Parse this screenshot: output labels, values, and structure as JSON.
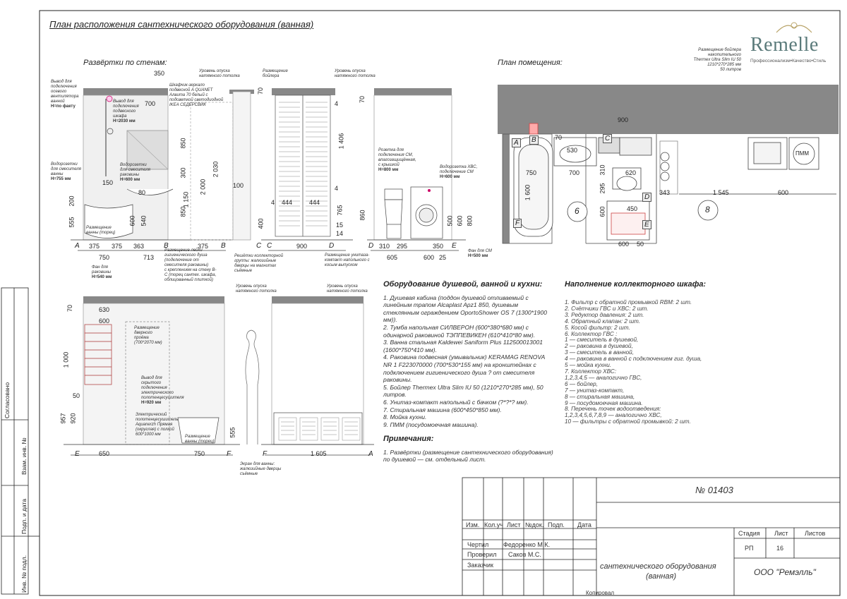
{
  "title": "План расположения сантехнического оборудования (ванная)",
  "logo": {
    "brand": "Remelle",
    "tagline": "Профессионализм•Качество•Стиль"
  },
  "sections": {
    "walls": "Развёртки по стенам:",
    "room": "План помещения:"
  },
  "boiler_note": [
    "Размещение бойлера",
    "накопительного",
    "Thermex Ultra Slim IU 50",
    "1210*270*285 мм",
    "50 литров"
  ],
  "equipment": {
    "title": "Оборудование душевой, ванной и кухни:",
    "items": [
      "1. Душевая кабина (поддон душевой отливаемый с линейным трапом Alcaplast Apz1 850, душевым стеклянным ограждением OportoShower OS 7 (1300*1900 мм)).",
      "2. Тумба напольная СИЛВЕРОН (600*380*680 мм) с одинарной раковиной ТЭППЕВИКЕН (610*410*80 мм).",
      "3. Ванна стальная Kaldewei Saniform Plus 11250001300​1 (1600*750*410 мм).",
      "4. Раковина подвесная (умывальник) KERAMAG RENOVA NR 1 F223070000 (700*530*155 мм) на кронштейнах с подключением гигиенического душа ? от смесителя раковины.",
      "5. Бойлер Thermex Ultra Slim IU 50 (1210*270*285 мм), 50 литров.",
      "6. Унитаз-компакт напольный с бачком (?*?*? мм).",
      "7. Стиральная машина (600*450*850 мм).",
      "8. Мойка кухни.",
      "9. ПММ (посудомоечная машина)."
    ]
  },
  "notes": {
    "title": "Примечания:",
    "items": [
      "1. Развёртки (размещение сантехнического оборудования) по душевой — см. отдельный лист."
    ]
  },
  "collector": {
    "title": "Наполнение коллекторного шкафа:",
    "items": [
      "1. Фильтр с обратной промывкой RBM: 2 шт.",
      "2. Счётчики ГВС и ХВС: 2 шт.",
      "3. Редуктор давления: 2 шт.",
      "4. Обратный клапан: 2 шт.",
      "5. Косой фильтр: 2 шт.",
      "6. Коллектор ГВС :",
      "1 — смеситель в душевой,",
      "2 — раковина в душевой,",
      "3 — смеситель в ванной,",
      "4 — раковина в ванной с подключением гиг. душа,",
      "5 — мойка кухни.",
      "7. Коллектор ХВС:",
      "1,2,3,4,5 — аналогично ГВС,",
      "6 — бойлер,",
      "7 — унитаз-компакт,",
      "8 — стиральная машина,",
      "9 — посудомоечная машина.",
      "8. Перечень точек водоотведения:",
      "1,2,3,4,5,6,7,8,9 — аналогично ХВС,",
      "10 — фильтры с обратной промывкой: 2 шт."
    ]
  },
  "wall_notes": {
    "ventilator": [
      "Вывод для",
      "подключения",
      "осевого",
      "вентилятора",
      "ванной"
    ],
    "ventilator_h": "H=по факту",
    "boiler_out": [
      "Вывод для",
      "подключения",
      "подвесного",
      "шкафа"
    ],
    "boiler_out_h": "H=2030 мм",
    "mirror": [
      "Шкафчик-зеркало",
      "подвесной A QUANET",
      "Алвита 70 белый с",
      "подсветкой светодиодной",
      "IKEA СЕДЕРСВИК"
    ],
    "ceiling1": [
      "Уровень опуска",
      "натяжного потолка"
    ],
    "socket_mixer": [
      "Водорозетки",
      "для смесителя",
      "ванны"
    ],
    "socket_mixer_h": "H=755 мм",
    "socket_sink": [
      "Водорозетки",
      "для смесителя",
      "раковины"
    ],
    "socket_sink_h": "H=600 мм",
    "bath_screen": [
      "Размещение",
      "ванны (торец)"
    ],
    "fan_sink": [
      "Фан для",
      "раковины"
    ],
    "fan_sink_h": "H=540 мм",
    "shower_place": [
      "Размещение лейки",
      "гигиенического душа",
      "(подключение от",
      "смесителя раковины)",
      "с креплением на стену B-",
      "C (торец сантех. шкафа,",
      "облицованный плиткой)"
    ],
    "grille": [
      "Решётки коллекторной",
      "группы: жалюзийные",
      "дверцы на магнитах",
      "съёмные"
    ],
    "boiler_place": [
      "Размещение",
      "бойлера"
    ],
    "ceiling2": [
      "Уровень опуска",
      "натяжного потолка"
    ],
    "socket_wm": [
      "Розетка для",
      "подключения СМ,",
      "влагозащищённая,",
      "с крышкой"
    ],
    "socket_wm_h": "H=800 мм",
    "socket_cold": [
      "Водорозетка ХВС,",
      "подключение СМ"
    ],
    "socket_cold_h": "H=600 мм",
    "toilet_place": [
      "Размещение унитаза-",
      "компакт напольного с",
      "косым выпуском"
    ],
    "fan_wm": "Фан для СМ",
    "fan_wm_h": "H=500 мм",
    "door_opening": [
      "Размещение",
      "дверного",
      "проёма",
      "(700*2070 мм)"
    ],
    "towel_out": [
      "Вывод для",
      "скрытого",
      "подключения",
      "электрического",
      "полотенцесушителя"
    ],
    "towel_out_h": "H=920 мм",
    "towel": [
      "Электрический",
      "полотенцесушитель",
      "Aquanerzh Прямая",
      "(округлая) с полкой",
      "600*1000 мм"
    ],
    "bath_side": [
      "Размещение",
      "ванны (торец)"
    ],
    "screen_bath": [
      "Экран для ванны:",
      "жалюзийные дверцы",
      "съёмные"
    ],
    "ceiling3": [
      "Уровень опуска",
      "натяжного потолка"
    ],
    "ceiling4": [
      "Уровень опуска",
      "натяжного потолка"
    ]
  },
  "letters_top": [
    "A",
    "B",
    "B",
    "C",
    "C",
    "D",
    "D",
    "E"
  ],
  "letters_bottom": [
    "E",
    "F",
    "F",
    "A"
  ],
  "plan_markers": [
    "A",
    "B",
    "C",
    "D",
    "E",
    "F",
    "6",
    "8"
  ],
  "stamp": {
    "number": "№ 01403",
    "headers": [
      "Изм.",
      "Кол.уч",
      "Лист",
      "№док.",
      "Подп.",
      "Дата"
    ],
    "roles": [
      "Чертил",
      "Проверил",
      "Заказчик"
    ],
    "names": [
      "Федоренко М.К.",
      "Саков М.С.",
      ""
    ],
    "stage_headers": [
      "Стадия",
      "Лист",
      "Листов"
    ],
    "stage_values": [
      "РП",
      "16",
      ""
    ],
    "drawing_name": [
      "сантехнического оборудования",
      "(ванная)"
    ],
    "company": "ООО \"Ремэлль\"",
    "copied": "Копировал"
  },
  "side_stamp": [
    "Согласовано",
    "Взам. инв. №",
    "Подп. и дата",
    "Инв. № подл."
  ],
  "dims": {
    "top_350": "350",
    "w700": "700",
    "d150": "150",
    "d80": "80",
    "d200": "200",
    "d555": "555",
    "d600": "600",
    "d540": "540",
    "d375a": "375",
    "d375b": "375",
    "d363": "363",
    "d375c": "375",
    "d750": "750",
    "d713": "713",
    "d850": "850",
    "d1150": "1 150",
    "d300": "300",
    "d2030": "2 030",
    "d2000": "2 000",
    "d850b": "850",
    "d100": "100",
    "d400": "400",
    "d70a": "70",
    "d1406": "1 406",
    "d4a": "4",
    "d444a": "444",
    "d444b": "444",
    "d4b": "4",
    "d4c": "4",
    "d765": "765",
    "d15": "15",
    "d14": "14",
    "d900": "900",
    "d70b": "70",
    "d860": "860",
    "d310": "310",
    "d295": "295",
    "d350b": "350",
    "d605": "605",
    "d600b": "600",
    "d25": "25",
    "d500": "500",
    "d600c": "600",
    "d800": "800",
    "d70c": "70",
    "d630": "630",
    "d600d": "600",
    "d1000": "1 000",
    "d957": "957",
    "d920": "920",
    "d50": "50",
    "d650": "650",
    "d750b": "750",
    "d555b": "555",
    "d1605": "1 605",
    "p900": "900",
    "p750": "750",
    "p700": "700",
    "p310": "310",
    "p620": "620",
    "p530": "530",
    "p1600": "1 600",
    "p295": "295",
    "p600": "600",
    "p450": "450",
    "p600b": "600",
    "p50": "50",
    "p343": "343",
    "p1545": "1 545",
    "p600c": "600",
    "p70": "70",
    "pmm": "ПММ"
  }
}
